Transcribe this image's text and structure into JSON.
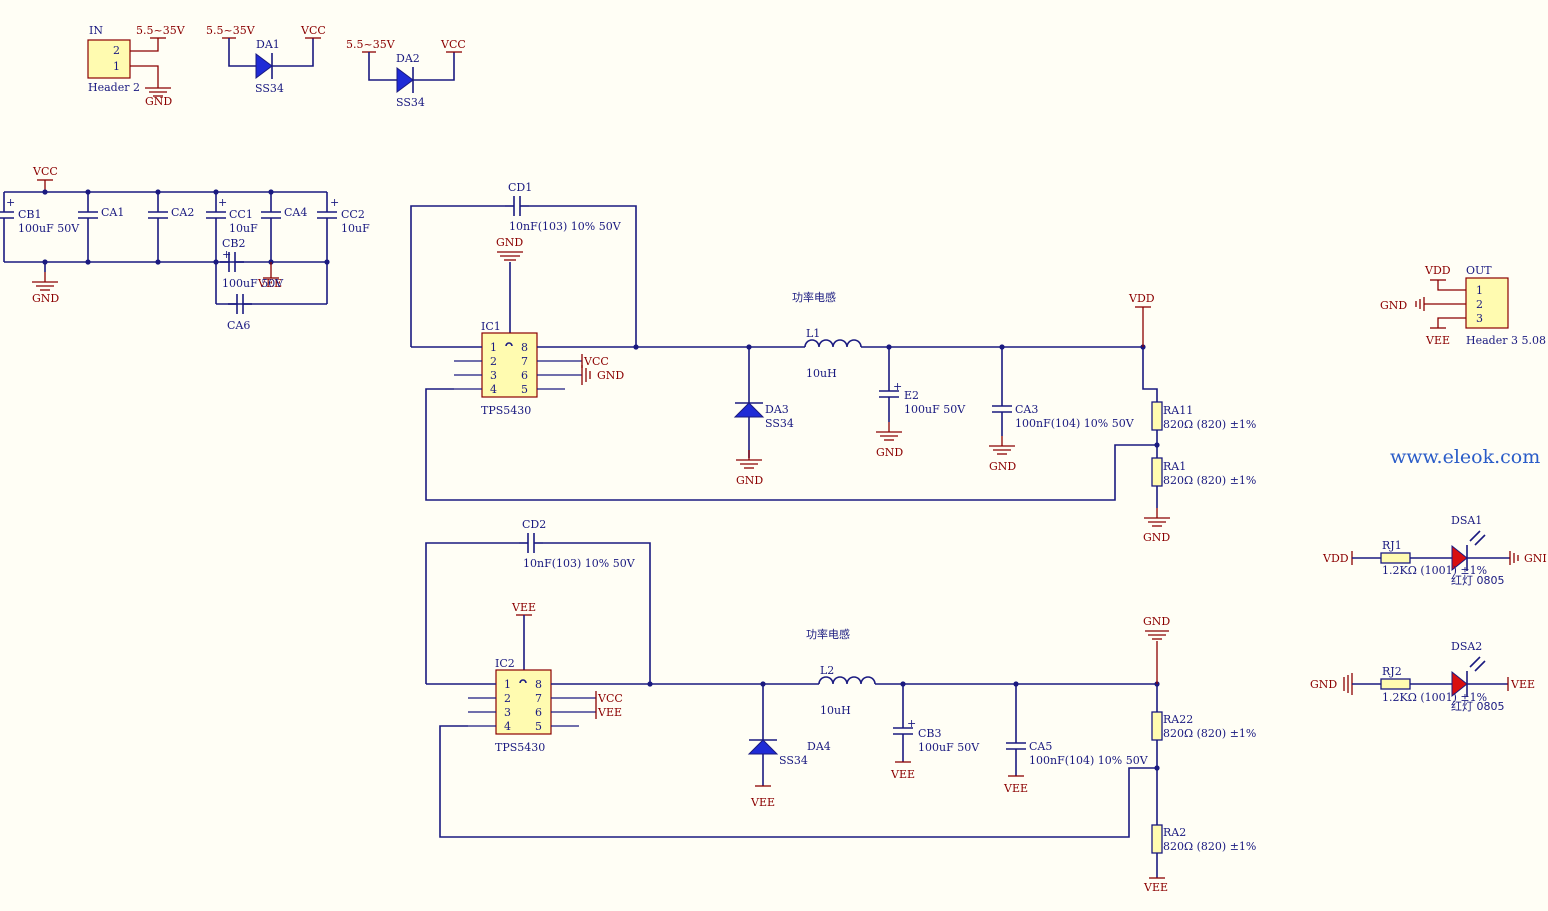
{
  "colors": {
    "wire": "#1a1a80",
    "power_port": "#8b0000",
    "component_body": "#fffbb0",
    "diode_fill": "#1f2bd6",
    "led_fill": "#d81010",
    "watermark": "#2a5cc8",
    "background": "#fffef5"
  },
  "watermark": "www.eleok.com",
  "nets": {
    "vin": "5.5~35V",
    "vcc": "VCC",
    "vdd": "VDD",
    "vee": "VEE",
    "gnd": "GND"
  },
  "connectors": {
    "in": {
      "ref": "IN",
      "type": "Header 2",
      "pins": [
        "2",
        "1"
      ]
    },
    "out": {
      "ref": "OUT",
      "type": "Header 3 5.08",
      "pins": [
        "1",
        "2",
        "3"
      ]
    }
  },
  "input_diodes": [
    {
      "ref": "DA1",
      "part": "SS34"
    },
    {
      "ref": "DA2",
      "part": "SS34"
    }
  ],
  "bulk_caps": {
    "cb1": {
      "ref": "CB1",
      "value": "100uF 50V",
      "polarity": "+"
    },
    "ca1": {
      "ref": "CA1"
    },
    "ca2": {
      "ref": "CA2"
    },
    "cc1": {
      "ref": "CC1",
      "value": "10uF",
      "polarity": "+"
    },
    "ca4": {
      "ref": "CA4"
    },
    "cc2": {
      "ref": "CC2",
      "value": "10uF",
      "polarity": "+"
    },
    "cb2": {
      "ref": "CB2",
      "value": "100uF 50V",
      "polarity": "+"
    },
    "ca6": {
      "ref": "CA6"
    }
  },
  "ic1_stage": {
    "ic_ref": "IC1",
    "ic_part": "TPS5430",
    "ic_pins_left": [
      "1",
      "2",
      "3",
      "4"
    ],
    "ic_pins_right": [
      "8",
      "7",
      "6",
      "5"
    ],
    "boot_cap_ref": "CD1",
    "boot_cap_value": "10nF(103) 10% 50V",
    "inductor_label": "功率电感",
    "inductor_ref": "L1",
    "inductor_value": "10uH",
    "diode_ref": "DA3",
    "diode_part": "SS34",
    "out_cap_ref": "E2",
    "out_cap_value": "100uF 50V",
    "ceramic_ref": "CA3",
    "ceramic_value": "100nF(104) 10% 50V",
    "r_top_ref": "RA11",
    "r_top_value": "820Ω (820) ±1%",
    "r_bot_ref": "RA1",
    "r_bot_value": "820Ω (820) ±1%"
  },
  "ic2_stage": {
    "ic_ref": "IC2",
    "ic_part": "TPS5430",
    "ic_pins_left": [
      "1",
      "2",
      "3",
      "4"
    ],
    "ic_pins_right": [
      "8",
      "7",
      "6",
      "5"
    ],
    "boot_cap_ref": "CD2",
    "boot_cap_value": "10nF(103) 10% 50V",
    "inductor_label": "功率电感",
    "inductor_ref": "L2",
    "inductor_value": "10uH",
    "diode_ref": "DA4",
    "diode_part": "SS34",
    "out_cap_ref": "CB3",
    "out_cap_value": "100uF 50V",
    "ceramic_ref": "CA5",
    "ceramic_value": "100nF(104) 10% 50V",
    "r_top_ref": "RA22",
    "r_top_value": "820Ω (820) ±1%",
    "r_bot_ref": "RA2",
    "r_bot_value": "820Ω (820) ±1%"
  },
  "indicators": [
    {
      "r_ref": "RJ1",
      "r_value": "1.2KΩ (1001) ±1%",
      "led_ref": "DSA1",
      "led_value": "红灯 0805",
      "left_net": "VDD",
      "right_net": "GNI"
    },
    {
      "r_ref": "RJ2",
      "r_value": "1.2KΩ (1001) ±1%",
      "led_ref": "DSA2",
      "led_value": "红灯 0805",
      "left_net": "GND",
      "right_net": "VEE"
    }
  ]
}
